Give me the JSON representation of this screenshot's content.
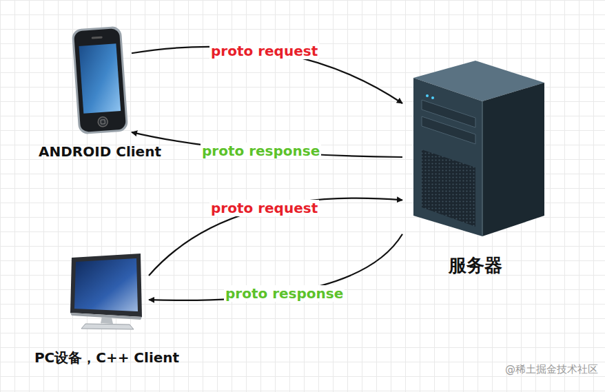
{
  "diagram": {
    "nodes": [
      {
        "text": [
          "ANDROID Client"
        ]
      },
      {
        "text": [
          "服务器"
        ]
      },
      {
        "text": [
          "PC设备，C++ Client"
        ]
      }
    ],
    "edges": [
      {
        "from": 0,
        "to": 1,
        "label": "proto request",
        "arrow": "to"
      },
      {
        "from": 1,
        "to": 0,
        "label": "proto response",
        "arrow": "to"
      },
      {
        "from": 2,
        "to": 1,
        "label": "proto request",
        "arrow": "to"
      },
      {
        "from": 1,
        "to": 2,
        "label": "proto response",
        "arrow": "to"
      }
    ],
    "labels": [
      "@稀土掘金技术社区"
    ]
  }
}
